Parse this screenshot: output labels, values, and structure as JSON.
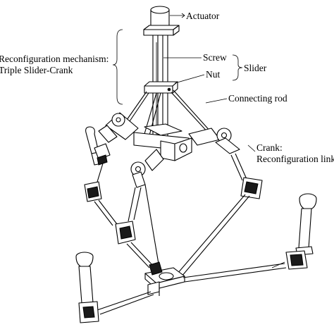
{
  "labels": {
    "actuator": "Actuator",
    "reconfig_line1": "Reconfiguration mechanism:",
    "reconfig_line2": "Triple Slider-Crank",
    "screw": "Screw",
    "slider": "Slider",
    "nut": "Nut",
    "connecting_rod": "Connecting rod",
    "crank_line1": "Crank:",
    "crank_line2": "Reconfiguration link"
  }
}
